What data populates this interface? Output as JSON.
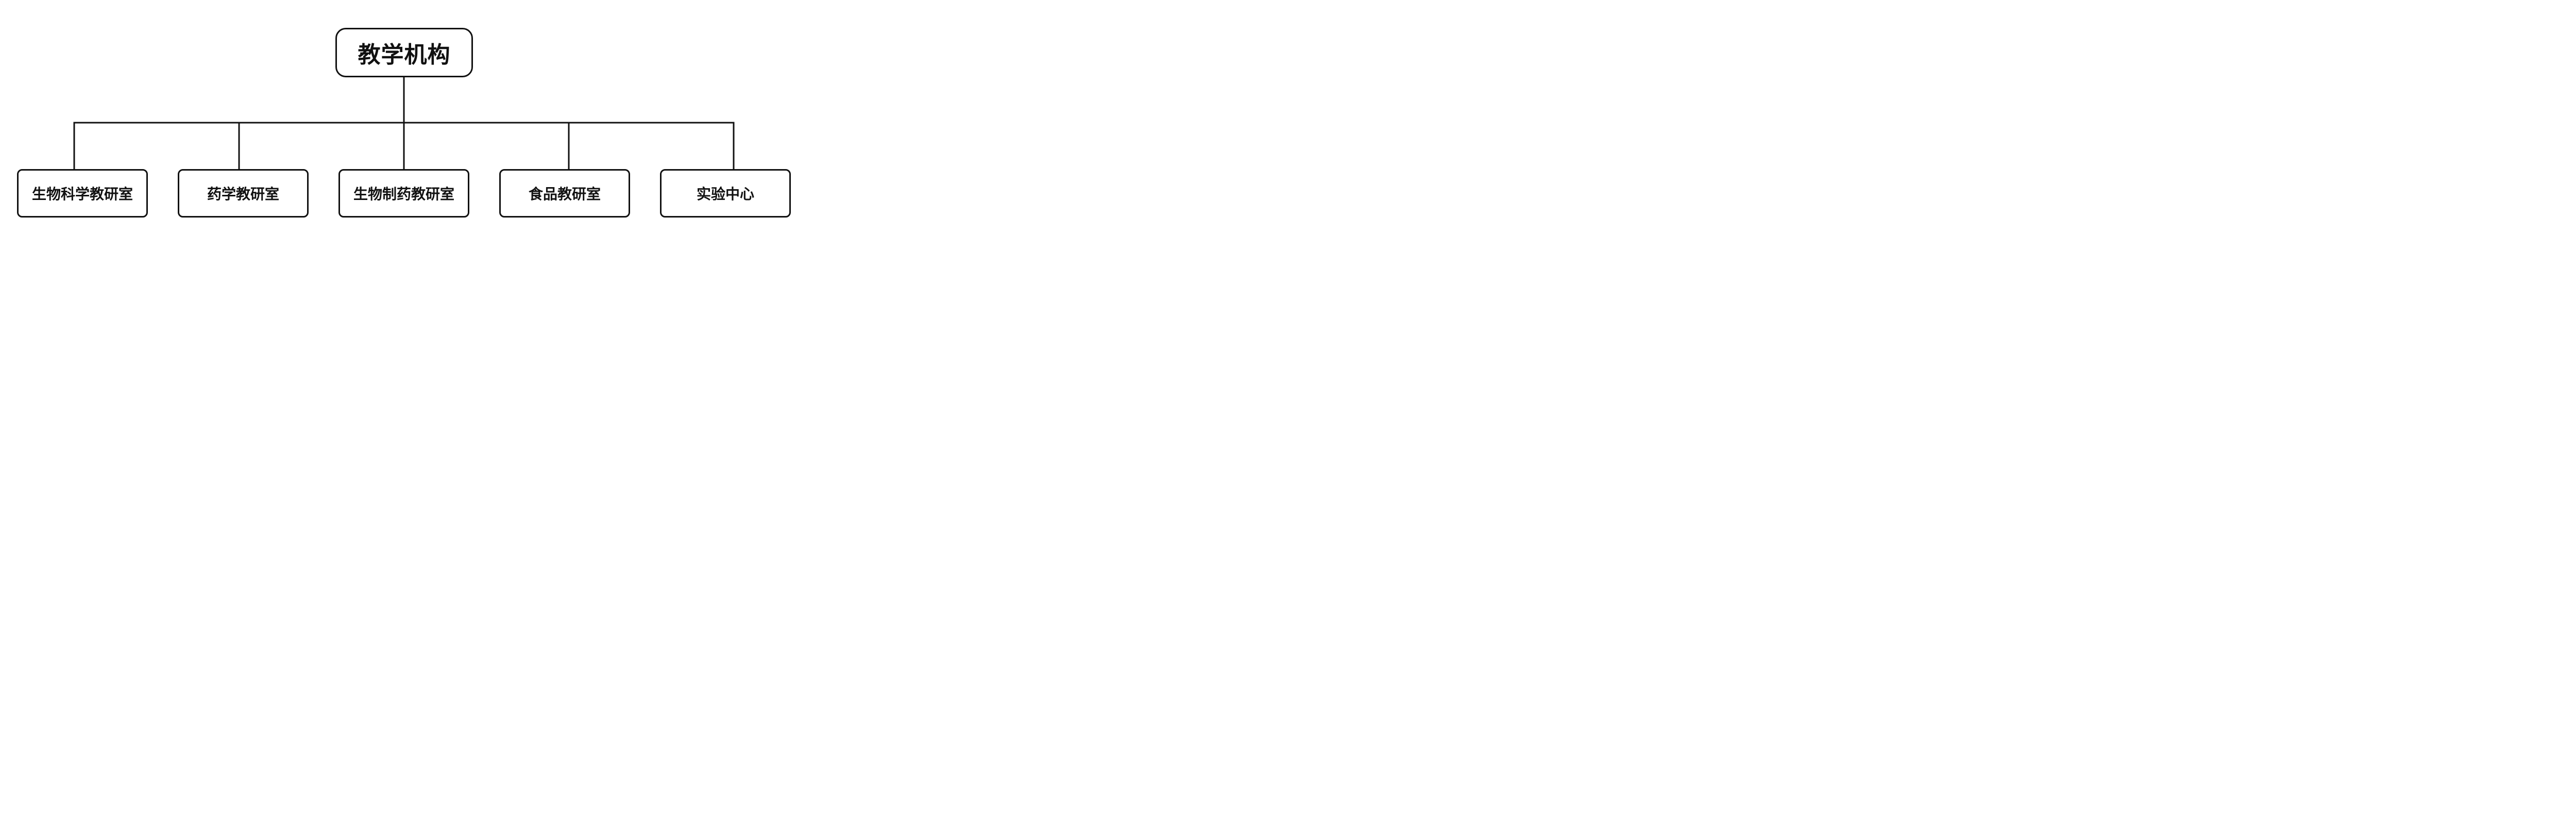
{
  "diagram": {
    "root": {
      "label": "教学机构"
    },
    "children": [
      {
        "label": "生物科学教研室"
      },
      {
        "label": "药学教研室"
      },
      {
        "label": "生物制药教研室"
      },
      {
        "label": "食品教研室"
      },
      {
        "label": "实验中心"
      }
    ]
  }
}
